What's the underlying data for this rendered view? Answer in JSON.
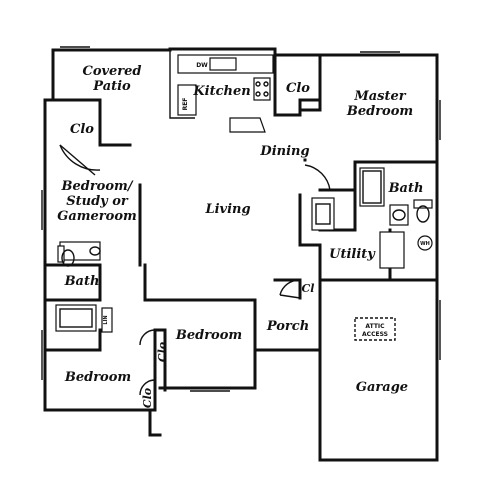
{
  "rooms": {
    "covered_patio_line1": "Covered",
    "covered_patio_line2": "Patio",
    "kitchen": "Kitchen",
    "clo_top": "Clo",
    "master_line1": "Master",
    "master_line2": "Bedroom",
    "clo_left": "Clo",
    "dining": "Dining",
    "study_line1": "Bedroom/",
    "study_line2": "Study or",
    "study_line3": "Gameroom",
    "living": "Living",
    "bath_right": "Bath",
    "utility": "Utility",
    "bath_left": "Bath",
    "cl_small": "Cl",
    "bedroom_center": "Bedroom",
    "porch": "Porch",
    "clo_vertical_1": "Clo",
    "clo_vertical_2": "Clo",
    "bedroom_left": "Bedroom",
    "garage": "Garage",
    "attic_line1": "ATTIC",
    "attic_line2": "ACCESS",
    "dw": "DW",
    "ref": "REF",
    "wh": "WH",
    "linen": "LIN"
  }
}
